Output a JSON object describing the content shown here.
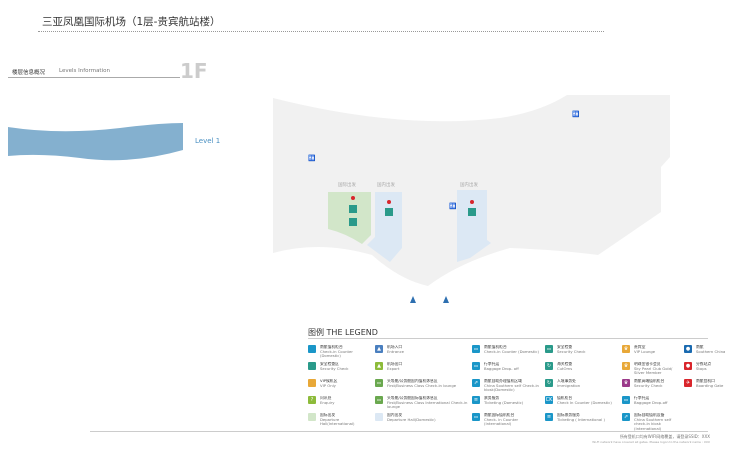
{
  "title": "三亚凤凰国际机场（1层-贵宾航站楼）",
  "levels": {
    "label_cn": "楼层信息概况",
    "label_en": "Levels Information",
    "floor": "1F",
    "level_name": "Level 1"
  },
  "map": {
    "zones": [
      "国际出发",
      "国内出发",
      "国内出发"
    ]
  },
  "legend": {
    "title": "图例  THE LEGEND",
    "items": [
      {
        "cn": "南航值机柜台",
        "en": "Check-in Counter (Domestic)",
        "color": "#1a96c8",
        "icon": "square"
      },
      {
        "cn": "安全检查区",
        "en": "Security Check",
        "color": "#2a9a8a",
        "icon": "square"
      },
      {
        "cn": "VIP候机区",
        "en": "VIP Only",
        "color": "#e8a838",
        "icon": "square"
      },
      {
        "cn": "问讯处",
        "en": "Enquiry",
        "color": "#8dbb3a",
        "icon": "?"
      },
      {
        "cn": "国际出发",
        "en": "Departure Hall(International)",
        "color": "#d2e6c9",
        "icon": "square"
      },
      {
        "cn": "机场入口",
        "en": "Entrance",
        "color": "#4a7fbf",
        "icon": "▲"
      },
      {
        "cn": "机场出口",
        "en": "Export",
        "color": "#8dbb3a",
        "icon": "▲"
      },
      {
        "cn": "头等舱/公务舱国内值机休息区",
        "en": "First/Business Class Check-in lounge",
        "color": "#6aa84f",
        "icon": "⚏"
      },
      {
        "cn": "头等舱/公务舱国际值机休息区",
        "en": "First/Business Class International Check-in lounge",
        "color": "#6aa84f",
        "icon": "⚏"
      },
      {
        "cn": "国内出发",
        "en": "Departure Hall(Domestic)",
        "color": "#dce8f4",
        "icon": "square"
      },
      {
        "cn": "南航值机柜台",
        "en": "Check-in Counter (Domestic)",
        "color": "#1a96c8",
        "icon": "⚏"
      },
      {
        "cn": "行李托运",
        "en": "Baggage Drop- off",
        "color": "#1a96c8",
        "icon": "⚏"
      },
      {
        "cn": "南航自助办理值机区域",
        "en": "China Southern self Check-in kiosk(Domestic)",
        "color": "#1a96c8",
        "icon": "⇗"
      },
      {
        "cn": "票务服务",
        "en": "Ticketing (Domestic)",
        "color": "#1a96c8",
        "icon": "≡"
      },
      {
        "cn": "南航国际值机柜台",
        "en": "Check- in Counter (International)",
        "color": "#1a96c8",
        "icon": "⚏"
      },
      {
        "cn": "安全检查",
        "en": "Security Check",
        "color": "#2a9a8a",
        "icon": "⚏"
      },
      {
        "cn": "海关检查",
        "en": "CutOms",
        "color": "#2a9a8a",
        "icon": "↻"
      },
      {
        "cn": "入境事务处",
        "en": "Immigration",
        "color": "#2a9a8a",
        "icon": "↻"
      },
      {
        "cn": "值机柜台",
        "en": "Check In Counter (Domestic)",
        "color": "#1a96c8",
        "icon": "CK"
      },
      {
        "cn": "国际票务服务",
        "en": "Ticketing ( International )",
        "color": "#1a96c8",
        "icon": "≡"
      },
      {
        "cn": "贵宾室",
        "en": "VIP Lounge",
        "color": "#e8a838",
        "icon": "♛"
      },
      {
        "cn": "明珠金银卡会员",
        "en": "Sky Pearl Club Gold/ Silver Member",
        "color": "#e8a838",
        "icon": "♛"
      },
      {
        "cn": "南航高端值机柜台",
        "en": "Security Check",
        "color": "#9b3a8a",
        "icon": "♛"
      },
      {
        "cn": "行李托运",
        "en": "Baggage Drop-off",
        "color": "#1a96c8",
        "icon": "⚏"
      },
      {
        "cn": "国际自助值机设备",
        "en": "China Southern self check-in kiosk (International)",
        "color": "#1a96c8",
        "icon": "⇗"
      },
      {
        "cn": "南航",
        "en": "Southern China",
        "color": "#1a6ab0",
        "icon": "●"
      },
      {
        "cn": "分拣站点",
        "en": "Stops",
        "color": "#d9262c",
        "icon": "●"
      },
      {
        "cn": "南航登机口",
        "en": "Boarding Gate",
        "color": "#d9262c",
        "icon": "✈"
      }
    ]
  },
  "footer": {
    "line1": "所有登机口均有WIFI网络覆盖，请登录SSID：XXX",
    "line2": "Wi-Fi network have covered all gates. Please logon to the network name : XXX"
  }
}
